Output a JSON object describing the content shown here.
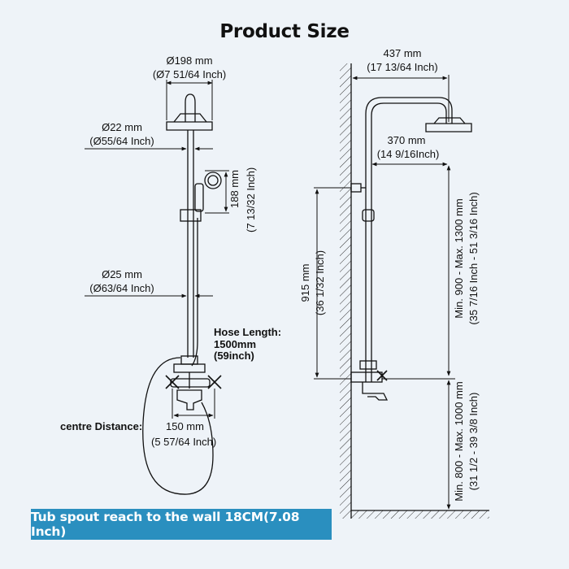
{
  "title": "Product Size",
  "left_view": {
    "head_diameter": "Ø198 mm",
    "head_diameter_in": "(Ø7 51/64 Inch)",
    "pipe_top": "Ø22 mm",
    "pipe_top_in": "(Ø55/64 Inch)",
    "handshower_len": "188 mm",
    "handshower_len_in": "(7 13/32 Inch)",
    "pipe_mid": "Ø25 mm",
    "pipe_mid_in": "(Ø63/64 Inch)",
    "hose_label": "Hose Length:",
    "hose_mm": "1500mm",
    "hose_in": "(59inch)",
    "centre_label": "centre Distance:",
    "centre_mm": "150 mm",
    "centre_in": "(5 57/64 Inch)"
  },
  "right_view": {
    "arm_reach": "437 mm",
    "arm_reach_in": "(17 13/64 Inch)",
    "arm_pipe": "370 mm",
    "arm_pipe_in": "(14 9/16Inch)",
    "bracket_height": "915 mm",
    "bracket_height_in": "(36 1/32 Inch)",
    "upper_range": "Min. 900 - Max. 1300 mm",
    "upper_range_in": "(35 7/16 Inch - 51 3/16 Inch)",
    "lower_range": "Min. 800 - Max. 1000 mm",
    "lower_range_in": "(31 1/2 - 39 3/8 Inch)"
  },
  "banner": "Tub spout reach to the wall 18CM(7.08 Inch)"
}
